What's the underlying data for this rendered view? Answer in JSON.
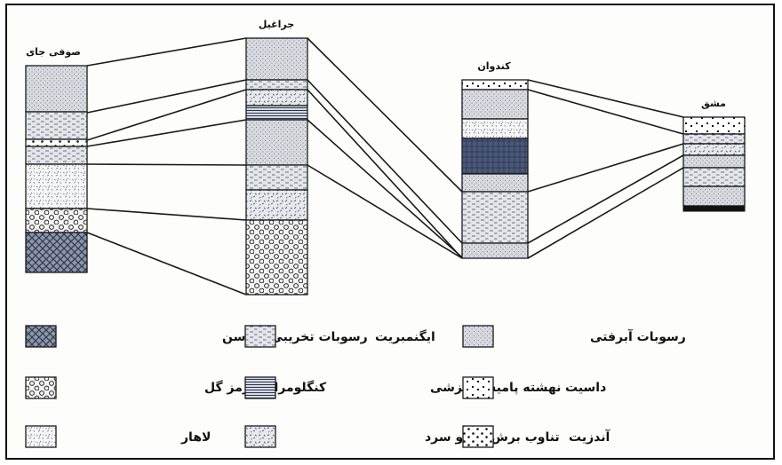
{
  "columns": [
    {
      "id": "sufijay",
      "name": "صوفی جای"
    },
    {
      "id": "jaraghil",
      "name": "جراغیل"
    },
    {
      "id": "kandovan",
      "name": "کندوان"
    },
    {
      "id": "mashaq",
      "name": "مشق"
    }
  ],
  "legend": [
    {
      "key": "miocene",
      "label": "رسوبات تخریبی میوسن",
      "pattern": "crosshatch"
    },
    {
      "key": "red_conglomerate",
      "label": "کنگلومرای قرمز گل",
      "pattern": "circles"
    },
    {
      "key": "lahar",
      "label": "لاهار",
      "pattern": "lahar"
    },
    {
      "key": "ignimbrite",
      "label": "ایگنمبریت",
      "pattern": "dashes"
    },
    {
      "key": "pumice_fall",
      "label": "نهشته پامیس ریزشی",
      "pattern": "hlines"
    },
    {
      "key": "hot_cold_surge",
      "label": "تناوب برش داغ و سرد",
      "pattern": "shards"
    },
    {
      "key": "alluvium",
      "label": "رسوبات آبرفتی",
      "pattern": "stipple"
    },
    {
      "key": "dacite",
      "label": "داسیت",
      "pattern": "dots"
    },
    {
      "key": "andesite",
      "label": "آندزیت",
      "pattern": "bigdots"
    }
  ],
  "colors": {
    "ink": "#1a1a1a",
    "stipple": "#d6d8dc",
    "ignimbrite": "#e1e3e7",
    "dark": "#3b4864"
  }
}
